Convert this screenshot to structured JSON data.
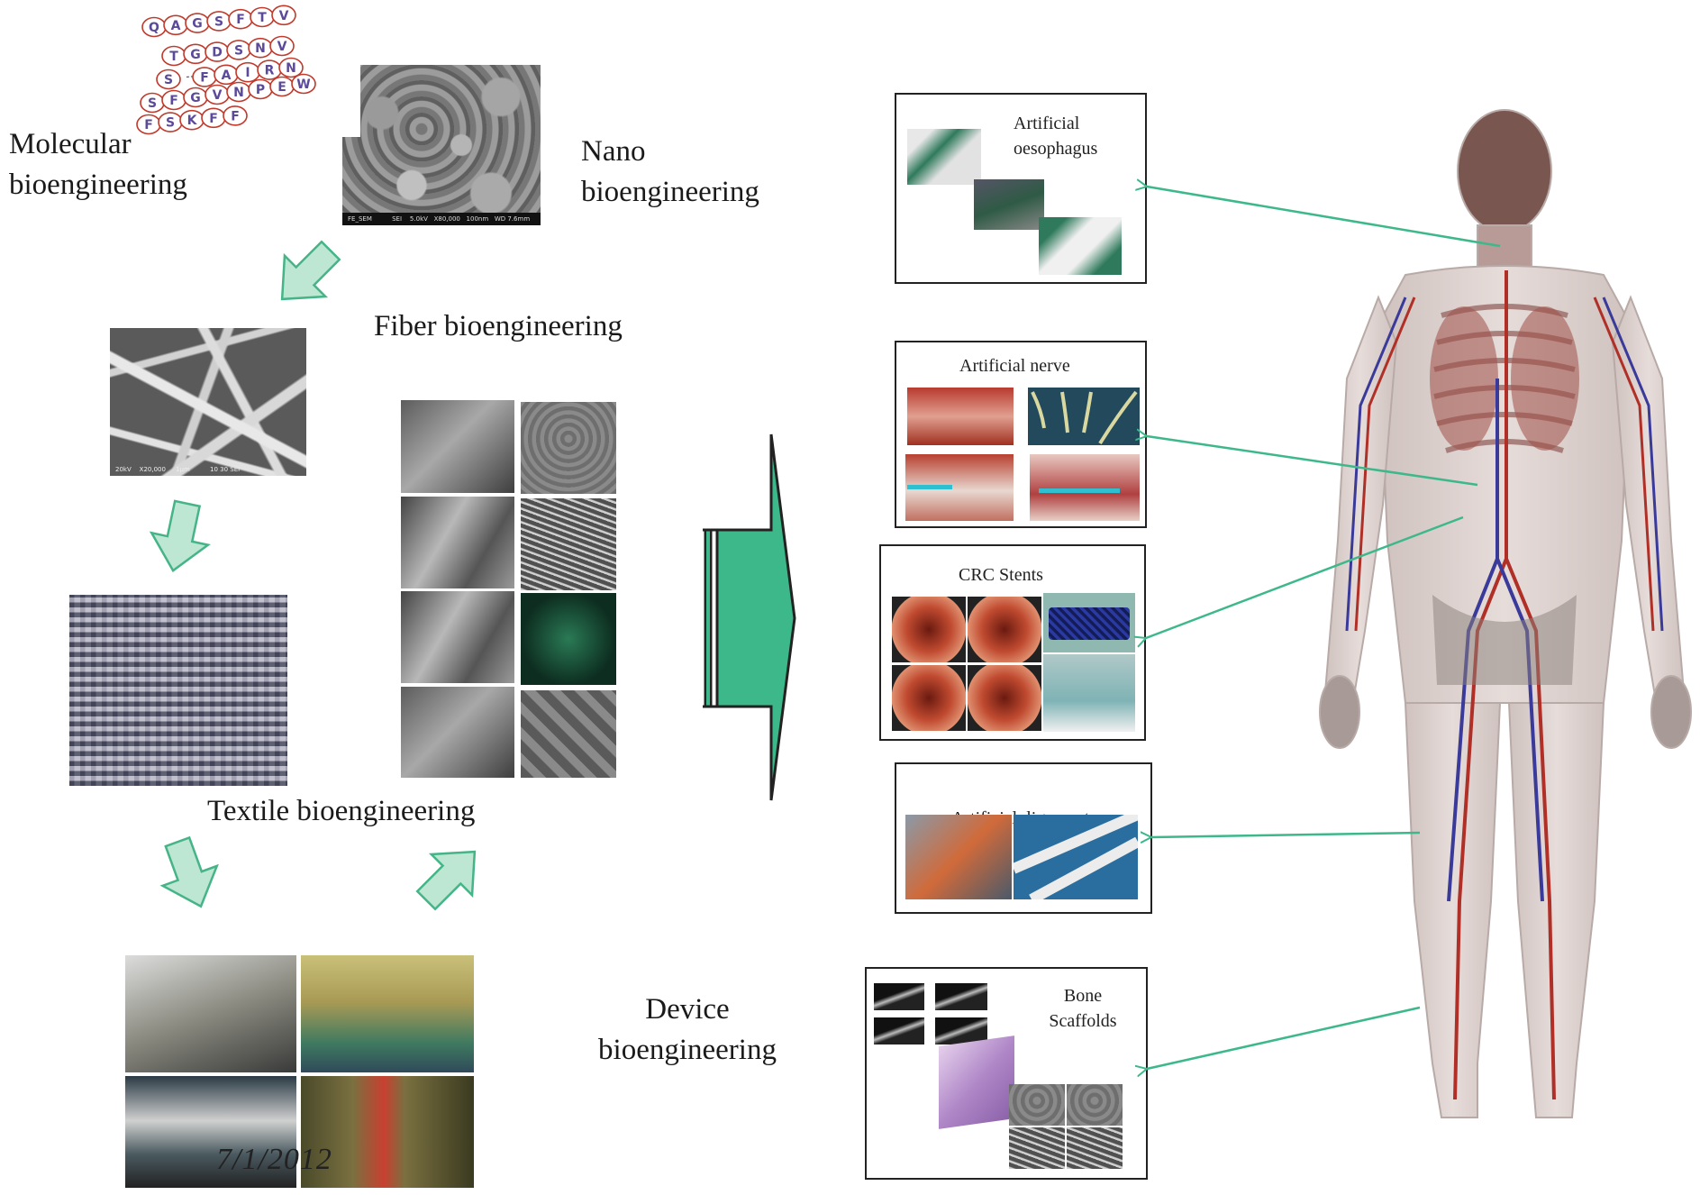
{
  "peptide": {
    "rows": [
      "QAGSFTV",
      "TGDSNV",
      "S-FAIRN",
      "SFGVNPEW",
      "FSKFF"
    ],
    "ring_color": "#c0392b",
    "letter_color": "#5b4a9a"
  },
  "labels": {
    "molecular": [
      "Molecular",
      "bioengineering"
    ],
    "nano": [
      "Nano",
      "bioengineering"
    ],
    "fiber": "Fiber bioengineering",
    "textile": "Textile bioengineering",
    "device": [
      "Device",
      "bioengineering"
    ]
  },
  "sem_captions": {
    "nano": "FE_SEM          SEI    5.0kV   X80,000   100nm   WD 7.6mm",
    "fiber": "20kV    X20,000     1μm          10 30 SEI"
  },
  "watermark": "7/1/2012",
  "applications": [
    {
      "title": [
        "Artificial",
        "oesophagus"
      ]
    },
    {
      "title": [
        "Artificial nerve"
      ]
    },
    {
      "title": [
        "CRC Stents"
      ]
    },
    {
      "title": [
        "Artificial  ligament"
      ]
    },
    {
      "title": [
        "Bone",
        "Scaffolds"
      ]
    }
  ],
  "colors": {
    "arrow_fill": "#3db88a",
    "small_arrow_fill": "#bde6d3",
    "small_arrow_stroke": "#45b487",
    "connector": "#3db88a",
    "box_border": "#222222"
  },
  "icons": {
    "flow_arrow": "arrow-down-left-icon",
    "big_arrow": "arrow-right-icon",
    "connector": "connector-arrow-icon"
  }
}
